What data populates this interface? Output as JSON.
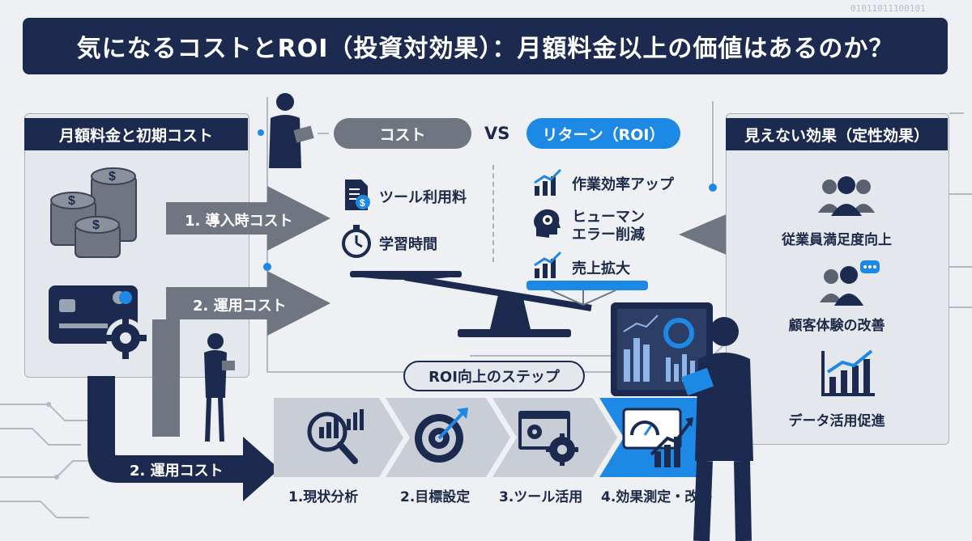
{
  "title": "気になるコストとROI（投資対効果）：月額料金以上の価値はあるのか？",
  "binary_text": "01011011100101",
  "left_panel": {
    "header": "月額料金と初期コスト"
  },
  "arrows": {
    "initial_cost": "1. 導入時コスト",
    "operating_cost_upper": "2. 運用コスト",
    "operating_cost_lower": "2. 運用コスト"
  },
  "balance": {
    "cost_label": "コスト",
    "vs_label": "VS",
    "return_label": "リターン（ROI）",
    "cost_items": [
      {
        "label": "ツール利用料",
        "icon": "invoice-dollar-icon"
      },
      {
        "label": "学習時間",
        "icon": "stopwatch-icon"
      }
    ],
    "return_items": [
      {
        "label": "作業効率アップ",
        "icon": "bar-chart-up-icon"
      },
      {
        "label": "ヒューマン\nエラー削減",
        "icon": "brain-gear-icon"
      },
      {
        "label": "売上拡大",
        "icon": "bar-chart-up-icon"
      }
    ]
  },
  "right_panel": {
    "header": "見えない効果（定性効果）",
    "items": [
      {
        "label": "従業員満足度向上",
        "icon": "people-group-icon"
      },
      {
        "label": "顧客体験の改善",
        "icon": "people-chat-icon"
      },
      {
        "label": "データ活用促進",
        "icon": "data-chart-icon"
      }
    ]
  },
  "steps": {
    "header": "ROI向上のステップ",
    "items": [
      {
        "label": "1.現状分析",
        "icon": "magnifier-chart-icon"
      },
      {
        "label": "2.目標設定",
        "icon": "target-icon"
      },
      {
        "label": "3.ツール活用",
        "icon": "gear-window-icon"
      },
      {
        "label": "4.効果測定・改善",
        "icon": "gauge-growth-icon"
      }
    ]
  },
  "colors": {
    "navy": "#1b2a4e",
    "accent_blue": "#1e88e5",
    "gray": "#6f7682"
  }
}
